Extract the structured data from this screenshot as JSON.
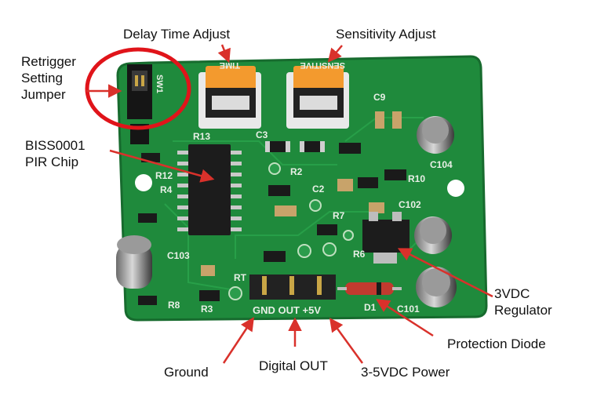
{
  "labels": {
    "delay_time_adjust": "Delay Time Adjust",
    "sensitivity_adjust": "Sensitivity Adjust",
    "retrigger_line1": "Retrigger",
    "retrigger_line2": "Setting",
    "retrigger_line3": "Jumper",
    "biss_line1": "BISS0001",
    "biss_line2": "PIR Chip",
    "regulator_line1": "3VDC",
    "regulator_line2": "Regulator",
    "protection_diode": "Protection Diode",
    "ground": "Ground",
    "digital_out": "Digital OUT",
    "power": "3-5VDC Power"
  },
  "silkscreen": {
    "time": "TIME",
    "sensitive": "SENSITIVE",
    "sw1": "SW1",
    "pins": "GND OUT +5V",
    "c9": "C9",
    "c104": "C104",
    "c103": "C103",
    "c101": "C101",
    "c102": "C102",
    "r13": "R13",
    "r12": "R12",
    "r10": "R10",
    "r8": "R8",
    "r6": "R6",
    "r4": "R4",
    "r3": "R3",
    "r2": "R2",
    "c2": "C2",
    "c3": "C3",
    "r7": "R7",
    "d1": "D1",
    "rt": "RT"
  },
  "colors": {
    "pcb": "#1f8a3c",
    "pcb_dark": "#176b2e",
    "arrow": "#d9312b",
    "circle": "#e0141a",
    "pot": "#f39a2e",
    "chip": "#1c1c1c",
    "header": "#222222"
  }
}
